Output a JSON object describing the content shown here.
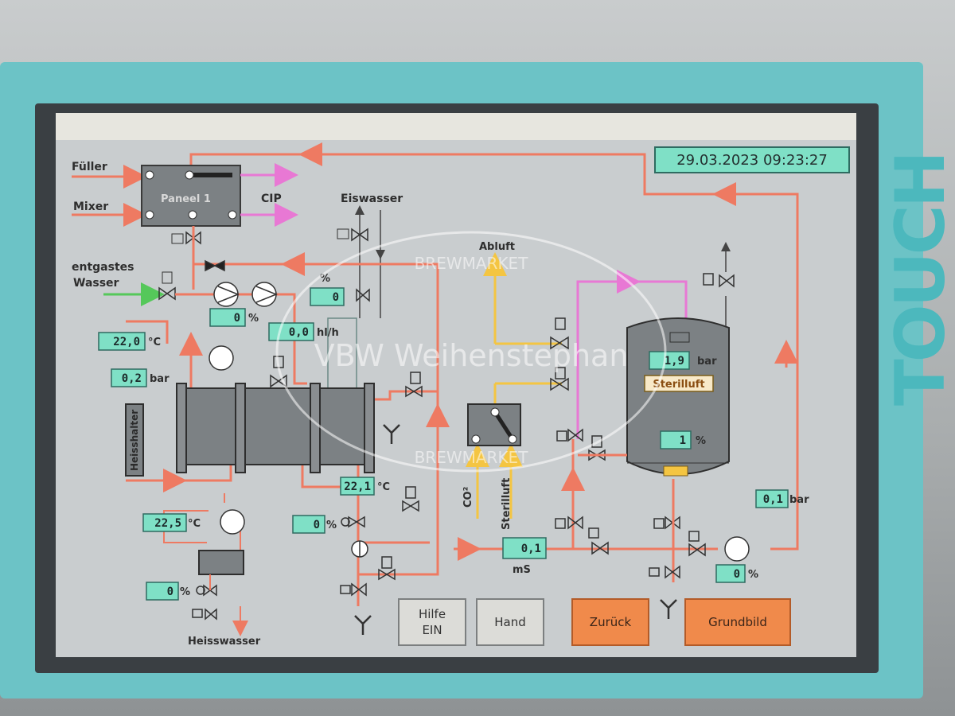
{
  "clock": "29.03.2023 09:23:27",
  "labels": {
    "fueller": "Füller",
    "mixer": "Mixer",
    "paneel": "Paneel 1",
    "cip": "CIP",
    "eiswasser": "Eiswasser",
    "entgastes": "entgastes",
    "wasser": "Wasser",
    "abluft": "Abluft",
    "heisshalter": "Heisshalter",
    "heisswasser": "Heisswasser",
    "co2": "CO²",
    "sterilluft_v": "Sterilluft",
    "sterilluft_tag": "Sterilluft"
  },
  "values": {
    "pct_top": {
      "value": "0",
      "unit": "%"
    },
    "pct_pump": {
      "value": "0",
      "unit": "%"
    },
    "flow": {
      "value": "0,0",
      "unit": "hl/h"
    },
    "temp1": {
      "value": "22,0",
      "unit": "°C"
    },
    "pressure1": {
      "value": "0,2",
      "unit": "bar"
    },
    "temp2": {
      "value": "22,1",
      "unit": "°C"
    },
    "temp3": {
      "value": "22,5",
      "unit": "°C"
    },
    "pct_mid": {
      "value": "0",
      "unit": "%"
    },
    "pct_hw": {
      "value": "0",
      "unit": "%"
    },
    "conductivity": {
      "value": "0,1",
      "unit": "mS"
    },
    "tank_pressure": {
      "value": "1,9",
      "unit": "bar"
    },
    "tank_level": {
      "value": "1",
      "unit": "%"
    },
    "line_pressure": {
      "value": "0,1",
      "unit": "bar"
    },
    "pct_bottom": {
      "value": "0",
      "unit": "%"
    }
  },
  "buttons": {
    "hilfe_line1": "Hilfe",
    "hilfe_line2": "EIN",
    "hand": "Hand",
    "zurueck": "Zurück",
    "grundbild": "Grundbild"
  },
  "watermark": {
    "top": "BREWMARKET",
    "middle": "VBW Weihenstephan",
    "bottom": "BREWMARKET"
  },
  "bezel_brand": "TOUCH",
  "colors": {
    "line_water": "#ee7a62",
    "line_air": "#f4c542",
    "line_cip": "#e878d4",
    "line_green": "#55c85a",
    "value_box": "#7fe0c6",
    "button_orange": "#f08a4b"
  }
}
